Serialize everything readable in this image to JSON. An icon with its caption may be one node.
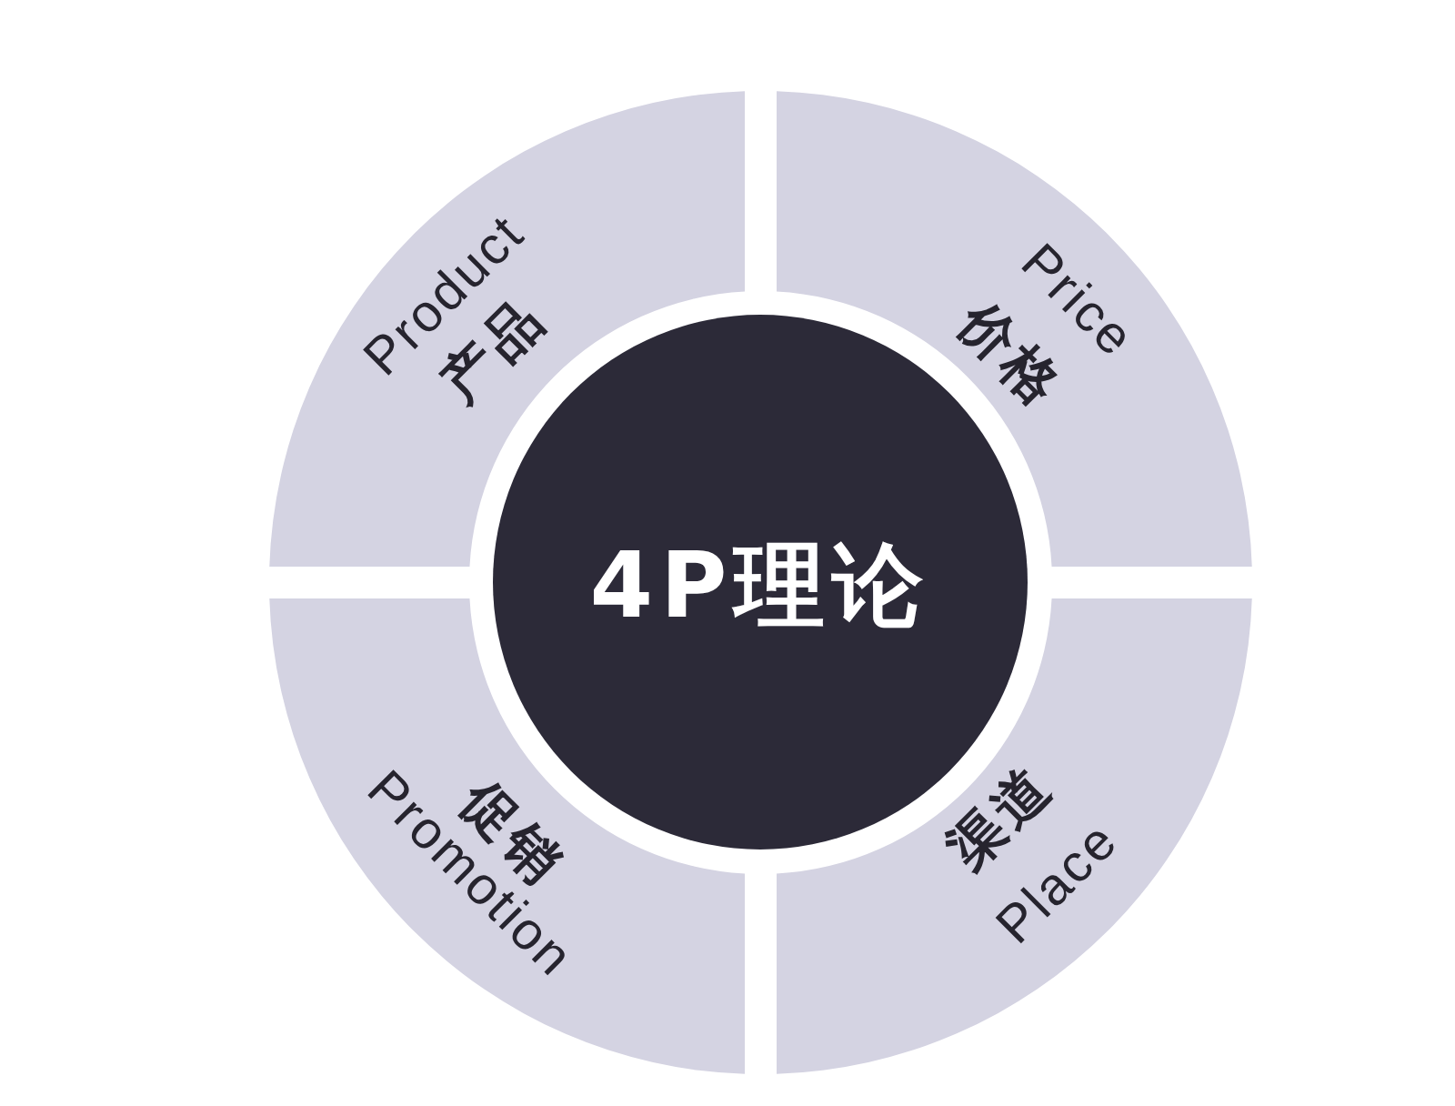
{
  "diagram": {
    "nodes": [
      {
        "text": [
          "4P理论"
        ]
      },
      {
        "text": [
          "Product",
          "产品"
        ]
      },
      {
        "text": [
          "Price",
          "价格"
        ]
      },
      {
        "text": [
          "促销",
          "Promotion"
        ]
      },
      {
        "text": [
          "渠道",
          "Place"
        ]
      }
    ]
  }
}
